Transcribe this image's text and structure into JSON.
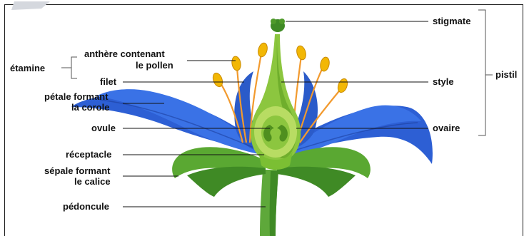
{
  "diagram": {
    "labels": {
      "etamine": "étamine",
      "anthere_1": "anthère contenant",
      "anthere_2": "le pollen",
      "filet": "filet",
      "petale_1": "pétale formant",
      "petale_2": "la corole",
      "ovule": "ovule",
      "receptacle": "réceptacle",
      "sepale_1": "sépale formant",
      "sepale_2": "le calice",
      "pedoncule": "pédoncule",
      "stigmate": "stigmate",
      "style": "style",
      "pistil": "pistil",
      "ovaire": "ovaire"
    },
    "colors": {
      "petal": "#2f63d6",
      "petal_dark": "#1d3f9e",
      "sepal": "#4f9a2a",
      "pistil": "#8cc63f",
      "anther": "#f2b705",
      "filament": "#f29a2e",
      "watermark": "#cfd3dc"
    }
  }
}
